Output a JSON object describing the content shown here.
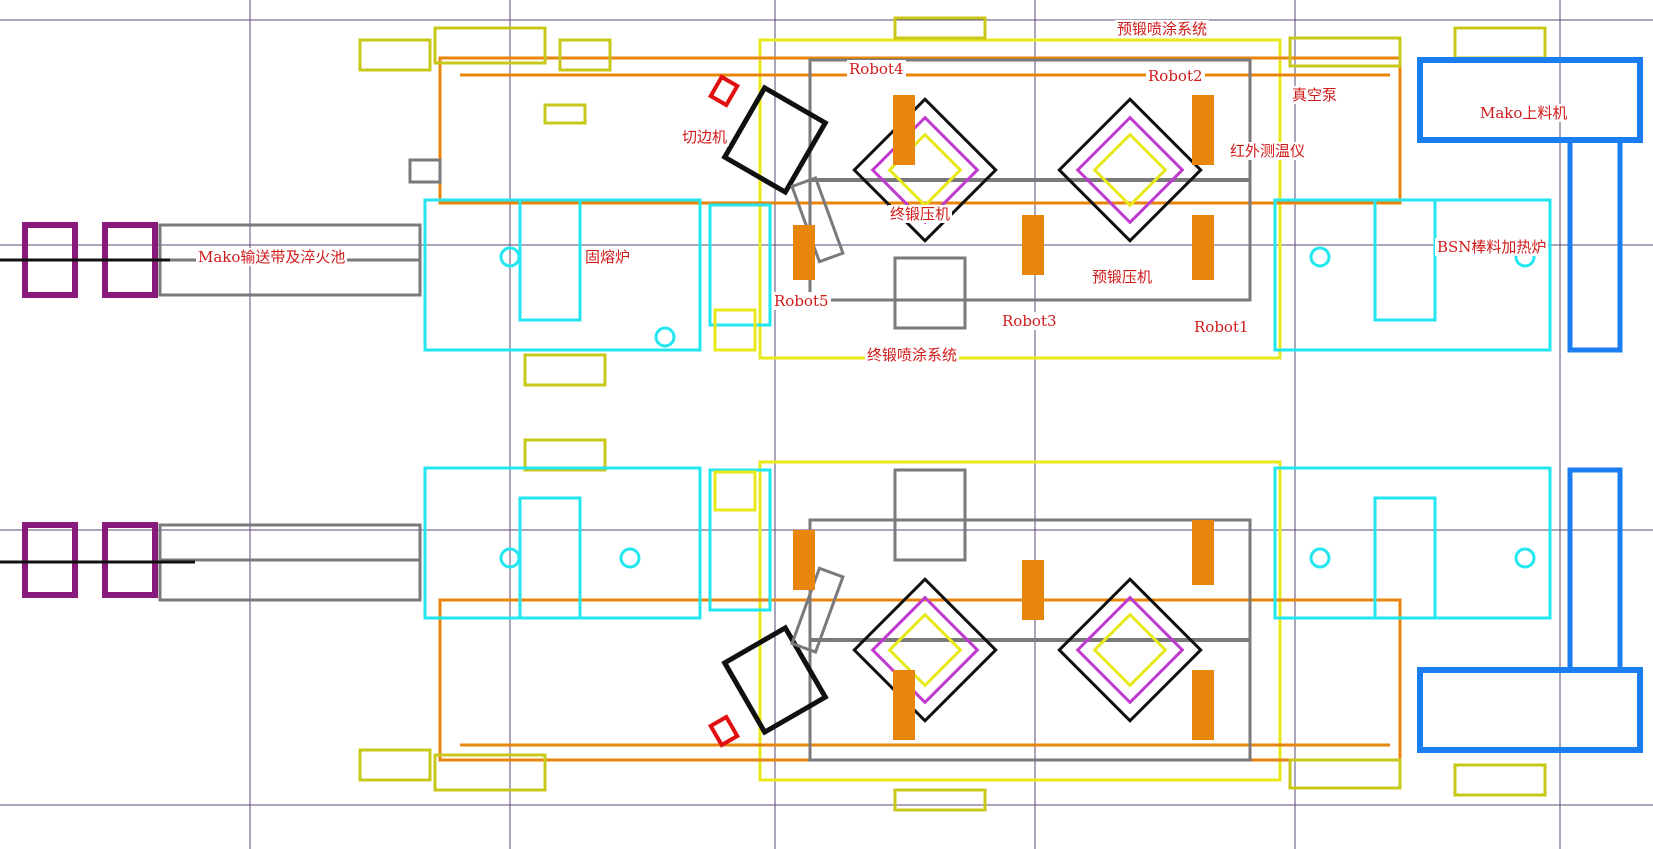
{
  "labels": {
    "pre_spray": "预锻喷涂系统",
    "robot4": "Robot4",
    "robot2": "Robot2",
    "vacuum_pump": "真空泵",
    "mako_loader": "Mako上料机",
    "trimmer": "切边机",
    "ir_thermometer": "红外测温仪",
    "final_press": "终锻压机",
    "solution_furnace": "固熔炉",
    "mako_conveyor": "Mako输送带及淬火池",
    "bsn_furnace": "BSN棒料加热炉",
    "pre_press": "预锻压机",
    "robot5": "Robot5",
    "robot3": "Robot3",
    "robot1": "Robot1",
    "final_spray": "终锻喷涂系统"
  },
  "colors": {
    "grid": "#5b4a7a",
    "label": "#d11a1a",
    "cyan": "#22e6f0",
    "yellow": "#e8e81a",
    "olive": "#c8c81a",
    "orange": "#e8860c",
    "gray": "#7a7a7a",
    "blue": "#1a7ef0",
    "purple": "#8a1a7a",
    "black": "#101010",
    "magenta": "#c03ad0",
    "red": "#e01010"
  }
}
